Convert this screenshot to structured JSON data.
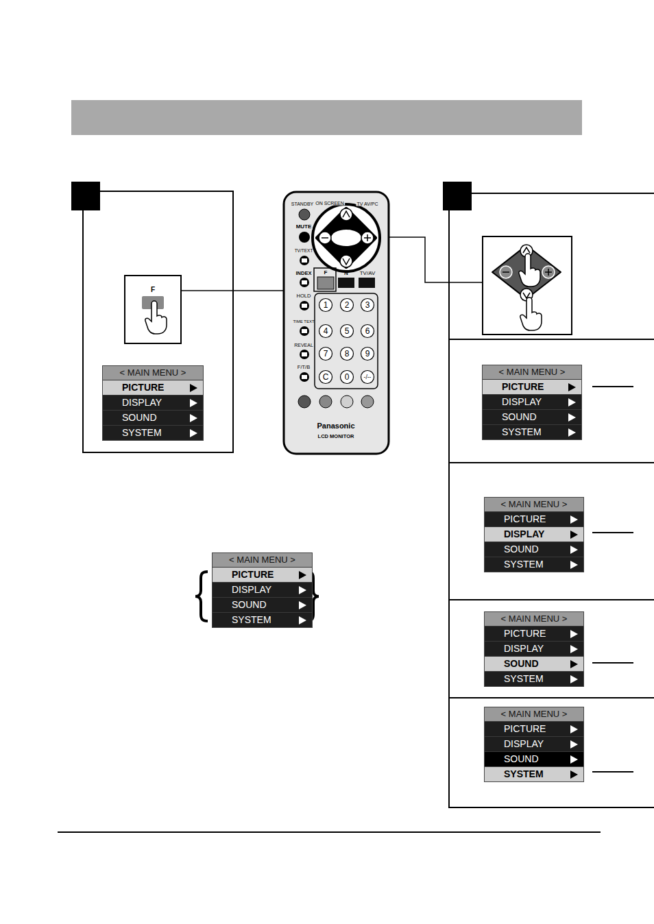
{
  "diagram": {
    "nodes": [
      {
        "text": [
          "F"
        ]
      },
      {
        "text": [
          "< MAIN MENU >",
          "PICTURE",
          "DISPLAY",
          "SOUND",
          "SYSTEM"
        ]
      },
      {
        "text": [
          "< MAIN MENU >",
          "PICTURE",
          "DISPLAY",
          "SOUND",
          "SYSTEM"
        ]
      },
      {
        "text": [
          "< MAIN MENU >",
          "PICTURE",
          "DISPLAY",
          "SOUND",
          "SYSTEM"
        ]
      },
      {
        "text": [
          "< MAIN MENU >",
          "PICTURE",
          "DISPLAY",
          "SOUND",
          "SYSTEM"
        ]
      },
      {
        "text": [
          "< MAIN MENU >",
          "PICTURE",
          "DISPLAY",
          "SOUND",
          "SYSTEM"
        ]
      },
      {
        "text": [
          "< MAIN MENU >",
          "PICTURE",
          "DISPLAY",
          "SOUND",
          "SYSTEM"
        ]
      }
    ],
    "labels": [
      "STANDBY",
      "ON SCREEN",
      "TV AV/PC",
      "MUTE",
      "TV/TEXT",
      "INDEX",
      "F",
      "N",
      "TV/AV",
      "HOLD",
      "TIME TEXT",
      "REVEAL",
      "F/T/B",
      "1",
      "2",
      "3",
      "4",
      "5",
      "6",
      "7",
      "8",
      "9",
      "C",
      "0",
      "-/--",
      "Panasonic",
      "LCD MONITOR"
    ]
  }
}
